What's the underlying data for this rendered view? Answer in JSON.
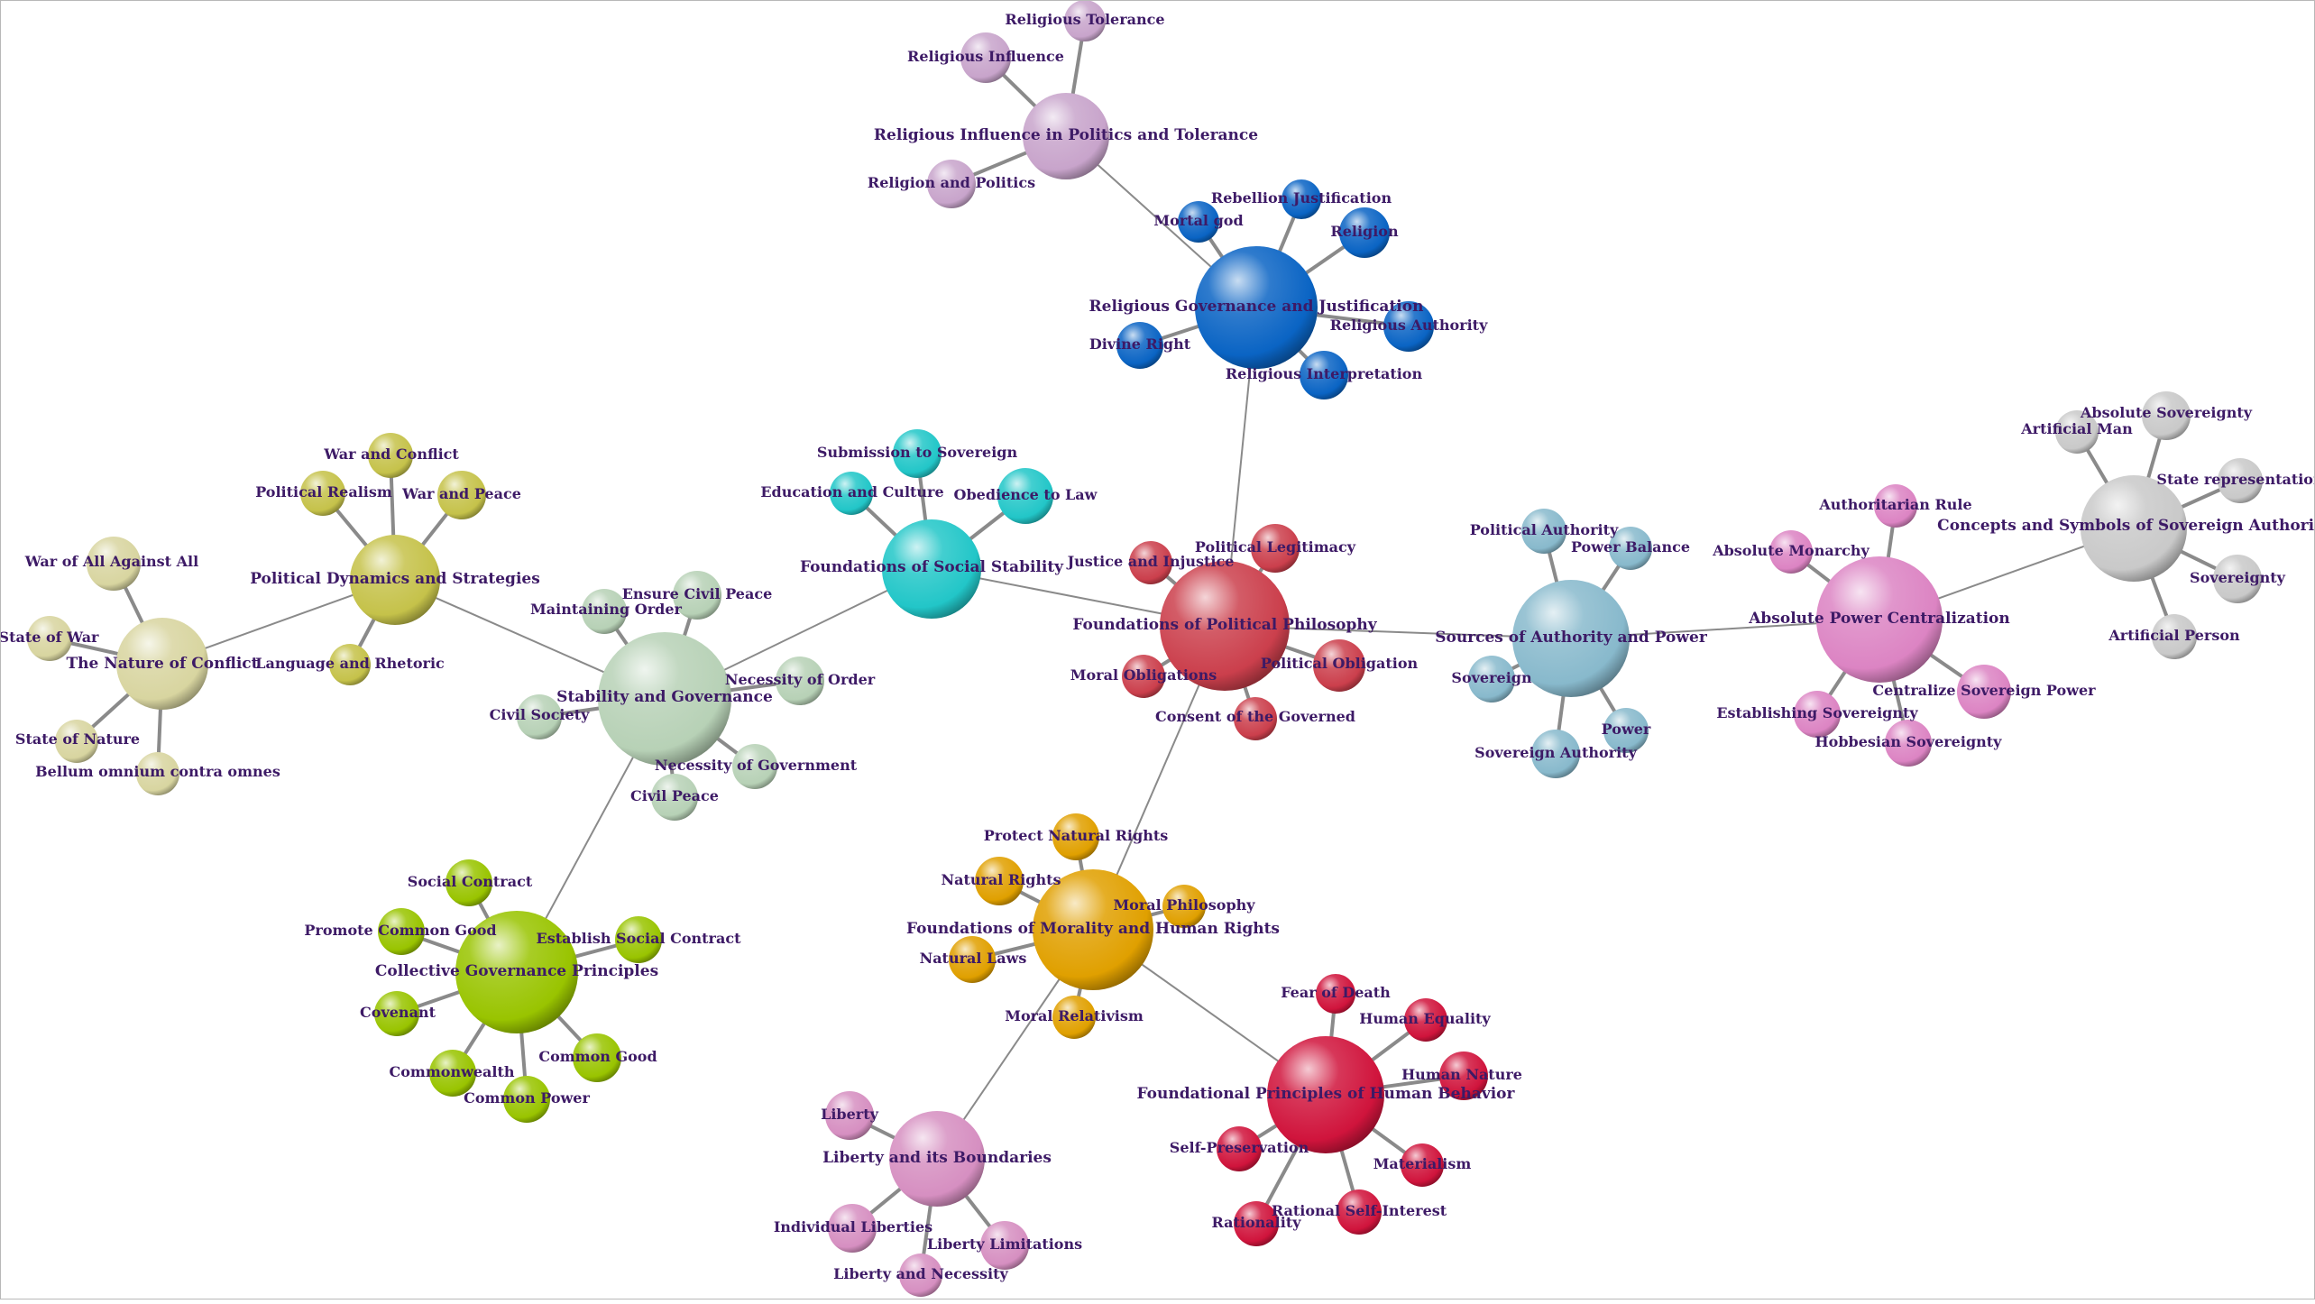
{
  "graph": {
    "clusters": [
      {
        "id": "nature",
        "color": "#d8d5a0",
        "center": "The Nature of Conflict",
        "children": [
          "War of All Against All",
          "State of War",
          "State of Nature",
          "Bellum omnium contra omnes"
        ]
      },
      {
        "id": "dynamics",
        "color": "#c5c24a",
        "center": "Political Dynamics and Strategies",
        "children": [
          "War and Conflict",
          "Political Realism",
          "War and Peace",
          "Language and Rhetoric"
        ]
      },
      {
        "id": "stability",
        "color": "#b7d1b6",
        "center": "Stability and Governance",
        "children": [
          "Maintaining Order",
          "Ensure Civil Peace",
          "Necessity of Order",
          "Civil Society",
          "Necessity of Government",
          "Civil Peace"
        ]
      },
      {
        "id": "collective",
        "color": "#99c400",
        "center": "Collective Governance Principles",
        "children": [
          "Social Contract",
          "Promote Common Good",
          "Establish Social Contract",
          "Covenant",
          "Commonwealth",
          "Common Good",
          "Common Power"
        ]
      },
      {
        "id": "social",
        "color": "#22c6c8",
        "center": "Foundations of Social Stability",
        "children": [
          "Submission to Sovereign",
          "Education and Culture",
          "Obedience to Law"
        ]
      },
      {
        "id": "religion",
        "color": "#c8a4cb",
        "center": "Religious Influence in Politics and Tolerance",
        "children": [
          "Religious Tolerance",
          "Religious Influence",
          "Religion and Politics"
        ]
      },
      {
        "id": "relgov",
        "color": "#0a64c4",
        "center": "Religious Governance and Justification",
        "children": [
          "Mortal god",
          "Rebellion Justification",
          "Religion",
          "Religious Authority",
          "Divine Right",
          "Religious Interpretation"
        ]
      },
      {
        "id": "political",
        "color": "#cb3f4c",
        "center": "Foundations of Political Philosophy",
        "children": [
          "Justice and Injustice",
          "Political Legitimacy",
          "Political Obligation",
          "Moral Obligations",
          "Consent of the Governed"
        ]
      },
      {
        "id": "morality",
        "color": "#e0a000",
        "center": "Foundations of Morality and Human Rights",
        "children": [
          "Protect Natural Rights",
          "Natural Rights",
          "Moral Philosophy",
          "Natural Laws",
          "Moral Relativism"
        ]
      },
      {
        "id": "liberty",
        "color": "#d68fc1",
        "center": "Liberty and its Boundaries",
        "children": [
          "Liberty",
          "Individual Liberties",
          "Liberty Limitations",
          "Liberty and Necessity"
        ]
      },
      {
        "id": "human",
        "color": "#d0143c",
        "center": "Foundational Principles of Human Behavior",
        "children": [
          "Fear of Death",
          "Human Equality",
          "Human Nature",
          "Self-Preservation",
          "Materialism",
          "Rational Self-Interest",
          "Rationality"
        ]
      },
      {
        "id": "authority",
        "color": "#88b9cc",
        "center": "Sources of Authority and Power",
        "children": [
          "Political Authority",
          "Power Balance",
          "Sovereign",
          "Power",
          "Sovereign Authority"
        ]
      },
      {
        "id": "absolute",
        "color": "#dc84c3",
        "center": "Absolute Power Centralization",
        "children": [
          "Authoritarian Rule",
          "Absolute Monarchy",
          "Centralize Sovereign Power",
          "Establishing Sovereignty",
          "Hobbesian Sovereignty"
        ]
      },
      {
        "id": "concepts",
        "color": "#c9c9c9",
        "center": "Concepts and Symbols of Sovereign Authority",
        "children": [
          "Artificial Man",
          "Absolute Sovereignty",
          "State representation",
          "Sovereignty",
          "Artificial Person"
        ]
      }
    ],
    "links": [
      [
        "nature",
        "dynamics"
      ],
      [
        "dynamics",
        "stability"
      ],
      [
        "stability",
        "collective"
      ],
      [
        "stability",
        "social"
      ],
      [
        "social",
        "political"
      ],
      [
        "religion",
        "relgov"
      ],
      [
        "relgov",
        "political"
      ],
      [
        "political",
        "morality"
      ],
      [
        "political",
        "authority"
      ],
      [
        "morality",
        "liberty"
      ],
      [
        "morality",
        "human"
      ],
      [
        "authority",
        "absolute"
      ],
      [
        "absolute",
        "concepts"
      ]
    ]
  }
}
